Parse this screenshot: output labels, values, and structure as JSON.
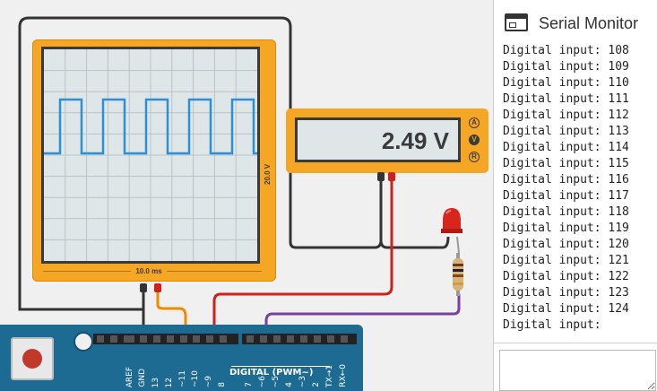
{
  "oscilloscope": {
    "time_per_div": "10.0 ms",
    "volts_per_div": "20.0 V",
    "signal": "square-wave"
  },
  "multimeter": {
    "reading": "2.49 V",
    "modes": [
      "A",
      "V",
      "R"
    ],
    "active_mode": "V"
  },
  "arduino": {
    "pin_labels": [
      "AREF",
      "GND",
      "13",
      "12",
      "~11",
      "~10",
      "~9",
      "8",
      "7",
      "~6",
      "~5",
      "4",
      "~3",
      "2",
      "TX→1",
      "RX←0"
    ],
    "digital_label": "DIGITAL (PWM~)"
  },
  "serial_monitor": {
    "title": "Serial Monitor",
    "lines": [
      "Digital input: 108",
      "Digital input: 109",
      "Digital input: 110",
      "Digital input: 111",
      "Digital input: 112",
      "Digital input: 113",
      "Digital input: 114",
      "Digital input: 115",
      "Digital input: 116",
      "Digital input: 117",
      "Digital input: 118",
      "Digital input: 119",
      "Digital input: 120",
      "Digital input: 121",
      "Digital input: 122",
      "Digital input: 123",
      "Digital input: 124",
      "Digital input: "
    ],
    "input_value": ""
  },
  "colors": {
    "device_orange": "#f5a623",
    "board_blue": "#1d6b92",
    "trace_blue": "#2d8fd5",
    "wire_black": "#333333",
    "wire_red": "#d0201d",
    "wire_orange": "#f08a00",
    "wire_purple": "#7a3fa0"
  }
}
